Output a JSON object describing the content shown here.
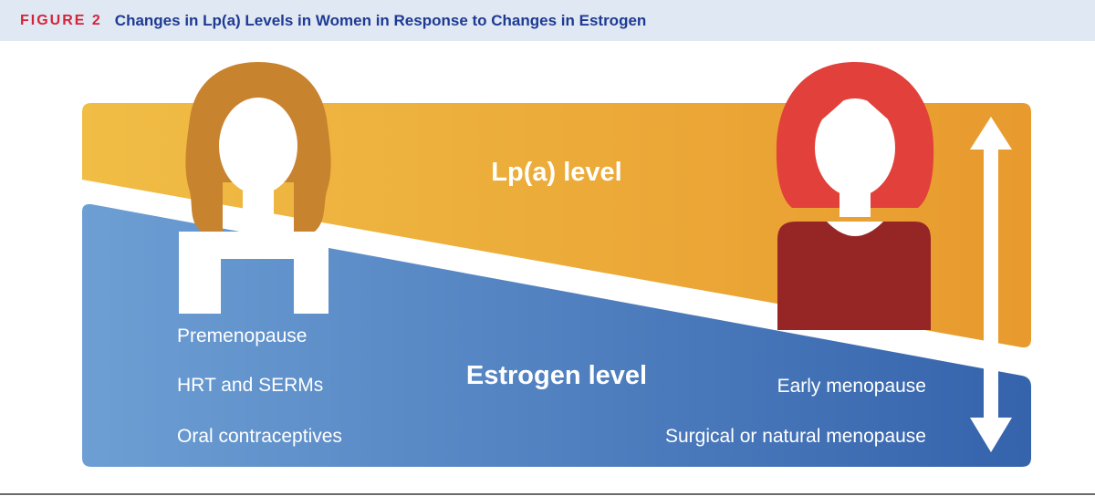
{
  "figure": {
    "label": "FIGURE 2",
    "title": "Changes in Lp(a) Levels in Women in Response to Changes in Estrogen"
  },
  "bands": {
    "lpa_label": "Lp(a) level",
    "estrogen_label": "Estrogen level"
  },
  "left_labels": [
    "Premenopause",
    "HRT and SERMs",
    "Oral contraceptives"
  ],
  "right_labels": [
    "Early menopause",
    "Surgical or natural menopause"
  ],
  "colors": {
    "header_bg": "#dfe8f3",
    "figure_label": "#d6243a",
    "figure_title": "#1f3a93",
    "lpa_band": "#eaa634",
    "estrogen_band": "#4d82c4",
    "woman_left_hair": "#c8832f",
    "woman_right_hair": "#e2403a",
    "woman_right_shirt": "#962625",
    "arrow": "#ffffff"
  },
  "icons": [
    "woman-premenopause-icon",
    "woman-menopause-icon",
    "double-arrow-icon"
  ]
}
